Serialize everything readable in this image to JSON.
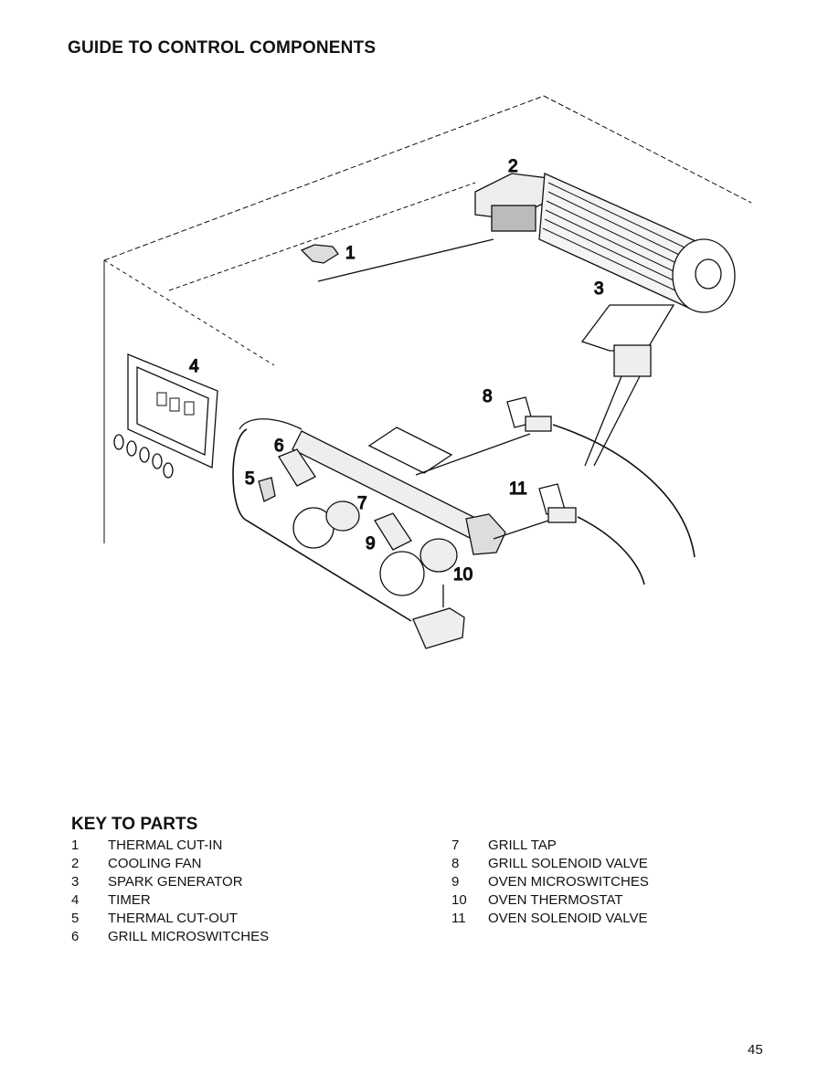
{
  "page_title": "GUIDE TO CONTROL COMPONENTS",
  "diagram_labels": [
    "1",
    "2",
    "3",
    "4",
    "5",
    "6",
    "7",
    "8",
    "9",
    "10",
    "11"
  ],
  "key_title": "KEY TO PARTS",
  "parts_left": [
    {
      "num": "1",
      "name": "THERMAL CUT-IN"
    },
    {
      "num": "2",
      "name": "COOLING FAN"
    },
    {
      "num": "3",
      "name": "SPARK GENERATOR"
    },
    {
      "num": "4",
      "name": "TIMER"
    },
    {
      "num": "5",
      "name": "THERMAL CUT-OUT"
    },
    {
      "num": "6",
      "name": "GRILL MICROSWITCHES"
    }
  ],
  "parts_right": [
    {
      "num": "7",
      "name": "GRILL TAP"
    },
    {
      "num": "8",
      "name": "GRILL SOLENOID VALVE"
    },
    {
      "num": "9",
      "name": "OVEN MICROSWITCHES"
    },
    {
      "num": "10",
      "name": "OVEN THERMOSTAT"
    },
    {
      "num": "11",
      "name": "OVEN SOLENOID VALVE"
    }
  ],
  "page_number": "45"
}
